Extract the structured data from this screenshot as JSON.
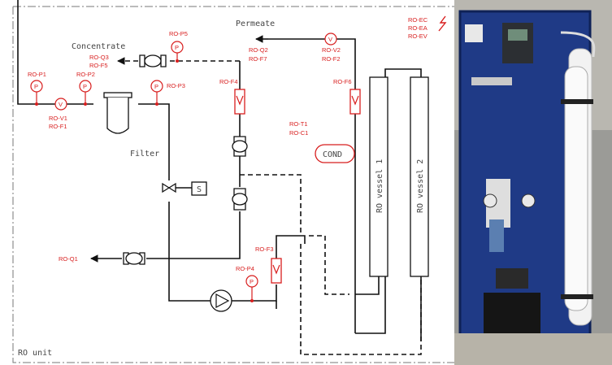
{
  "labels": {
    "concentrate": "Concentrate",
    "permeate": "Permeate",
    "filter": "Filter",
    "cond": "COND",
    "s_box": "S",
    "vessel1": "RO vessel 1",
    "vessel2": "RO vessel 2",
    "unit": "RO unit"
  },
  "tags": {
    "ro_p1": "RO-P1",
    "ro_p2": "RO-P2",
    "ro_p3": "RO-P3",
    "ro_p4": "RO-P4",
    "ro_p5": "RO-P5",
    "ro_v1": "RO-V1",
    "ro_f1": "RO-F1",
    "ro_q1": "RO-Q1",
    "ro_q2": "RO-Q2",
    "ro_q3": "RO-Q3",
    "ro_f2": "RO-F2",
    "ro_f3": "RO-F3",
    "ro_f4": "RO-F4",
    "ro_f5": "RO-F5",
    "ro_f6": "RO-F6",
    "ro_f7": "RO-F7",
    "ro_v2": "RO-V2",
    "ro_t1": "RO-T1",
    "ro_c1": "RO-C1",
    "ro_ec": "RO-EC",
    "ro_ea": "RO-EA",
    "ro_ev": "RO-EV"
  },
  "symbols": {
    "pressure": "P",
    "valve": "V"
  },
  "colors": {
    "annotation": "#d81e1e",
    "line": "#111111",
    "label": "#444444",
    "panel": "#1e3a8a"
  }
}
